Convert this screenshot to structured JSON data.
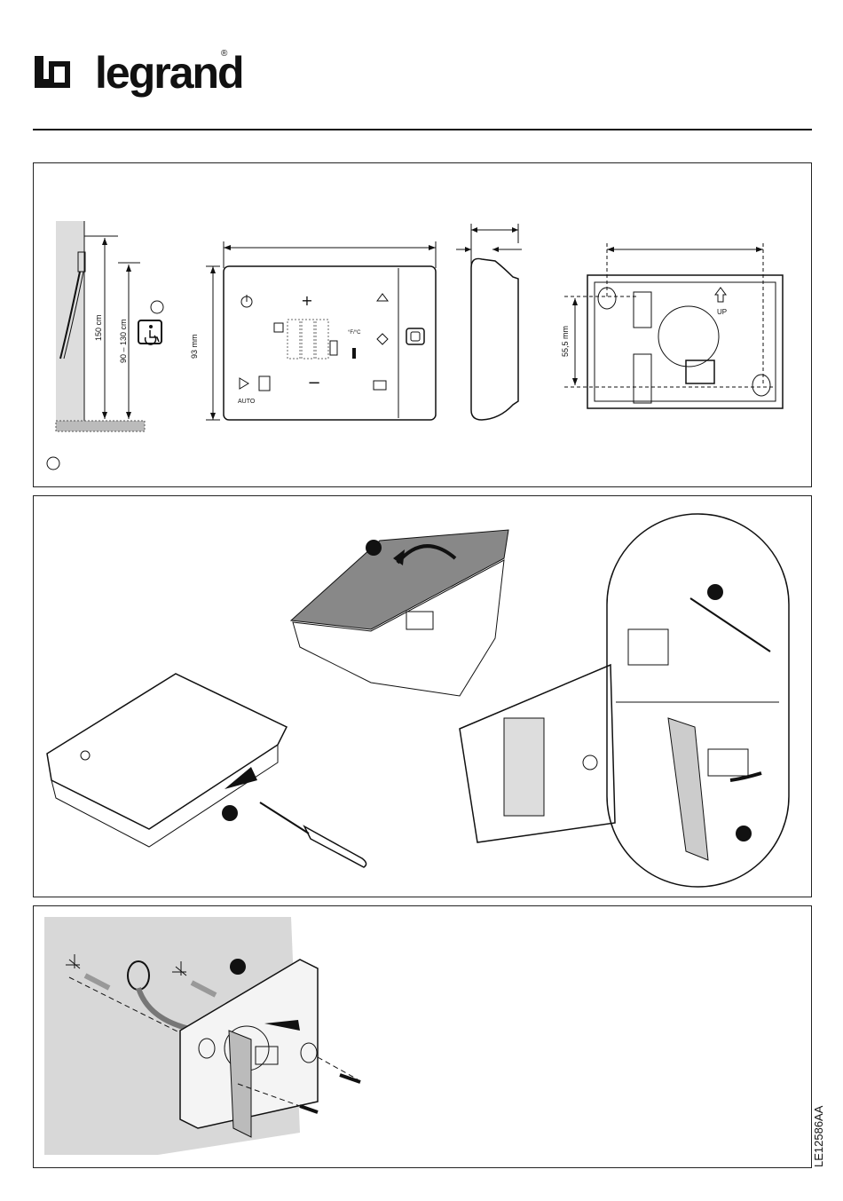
{
  "brand": {
    "name": "legrand",
    "registered": "®"
  },
  "dimensions": {
    "height_total": "150 cm",
    "height_range": "90 – 130 cm",
    "device_height": "93 mm",
    "center_distance": "55,5 mm"
  },
  "device_labels": {
    "auto": "AUTO",
    "up": "UP"
  },
  "document_code": "LE12586AA"
}
